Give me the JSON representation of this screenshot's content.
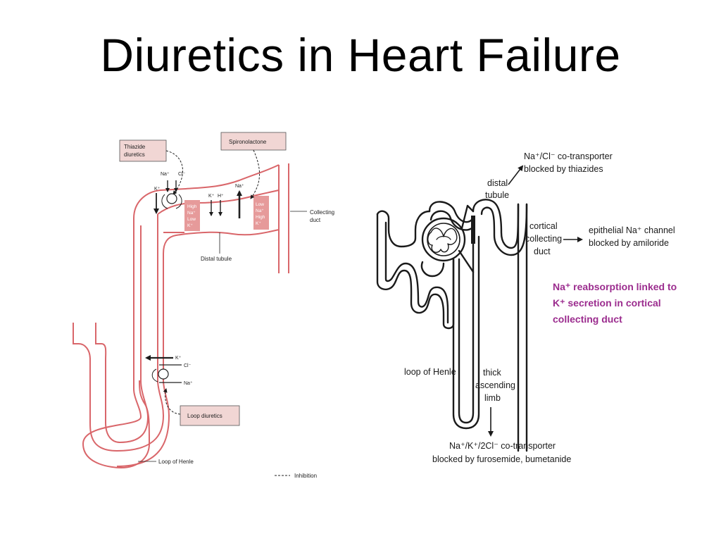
{
  "title": "Diuretics in Heart Failure",
  "colors": {
    "tubule_outline": "#d9666a",
    "highlight_fill": "#e69a9a",
    "note_accent": "#9b2c8e",
    "box_fill": "#f1d6d4"
  },
  "left_diagram": {
    "thiazide_box": [
      "Thiazide",
      "diuretics"
    ],
    "spironolactone_box": "Spironolactone",
    "loop_diuretics_box": "Loop diuretics",
    "collecting_duct": [
      "Collecting",
      "duct"
    ],
    "distal_tubule": "Distal tubule",
    "loop_of_henle": "Loop of Henle",
    "inhibition": "Inhibition",
    "ions": {
      "na_top": "Na⁺",
      "cl_top": "Cl⁻",
      "k_top": "K⁺",
      "k_mid": "K⁺",
      "h_mid": "H⁺",
      "na_spiro": "Na⁺",
      "k_loop": "K⁺",
      "cl_loop": "Cl⁻",
      "na_loop": "Na⁺"
    },
    "high_box": [
      "High",
      "Na⁺",
      "Low",
      "K⁺"
    ],
    "low_box": [
      "Low",
      "Na⁺",
      "High",
      "K⁺"
    ]
  },
  "right_diagram": {
    "distal_tubule": [
      "distal",
      "tubule"
    ],
    "nacl_transporter": [
      "Na⁺/Cl⁻ co-transporter",
      "blocked by thiazides"
    ],
    "cortical_collecting_duct": [
      "cortical",
      "collecting",
      "duct"
    ],
    "enac": [
      "epithelial Na⁺ channel",
      "blocked by amiloride"
    ],
    "note": [
      "Na⁺ reabsorption linked to",
      "K⁺ secretion in cortical",
      "collecting duct"
    ],
    "loop_of_henle": "loop of Henle",
    "thick_ascending_limb": [
      "thick",
      "ascending",
      "limb"
    ],
    "nkcc": [
      "Na⁺/K⁺/2Cl⁻ co-transporter",
      "blocked by furosemide, bumetanide"
    ]
  }
}
